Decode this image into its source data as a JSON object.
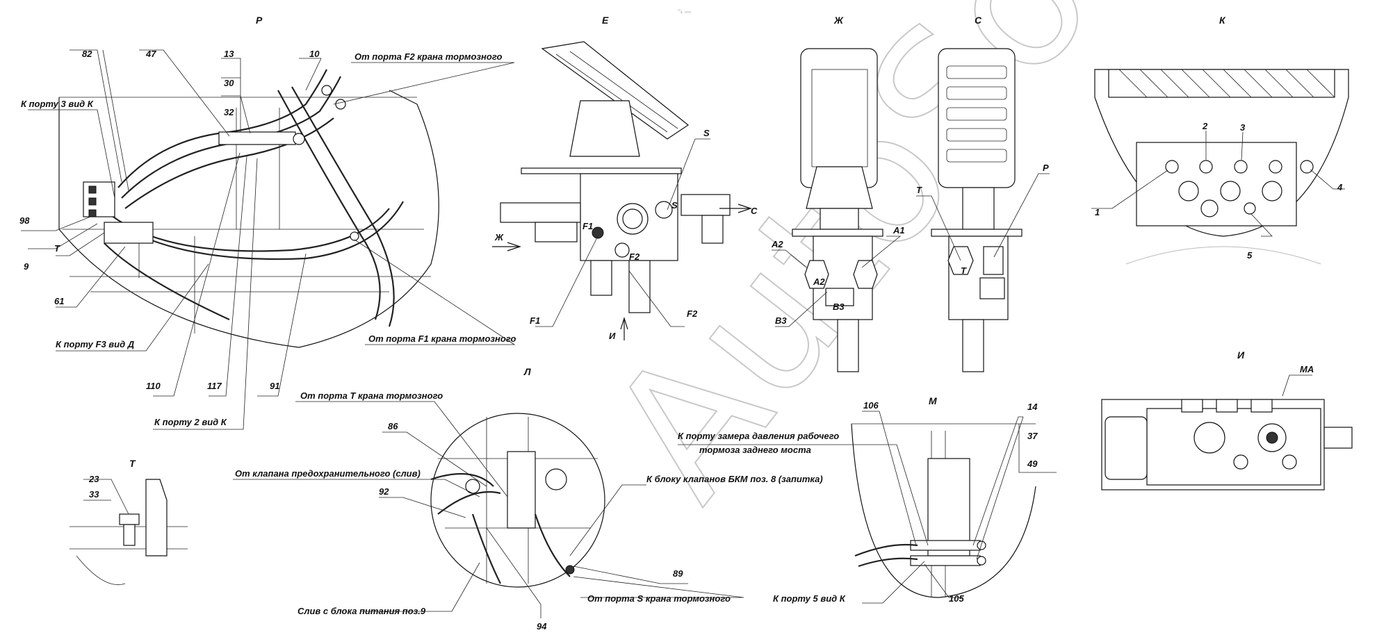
{
  "watermark": "AutoSoft",
  "corner_mark": "‘’‹ ▫▫▫",
  "views": {
    "P": "Р",
    "E": "Е",
    "ZH": "Ж",
    "C": "С",
    "K": "К",
    "I": "И",
    "T": "Т",
    "L": "Л",
    "M": "М"
  },
  "callouts": {
    "n82": "82",
    "n47": "47",
    "n13": "13",
    "n30": "30",
    "n32": "32",
    "n10": "10",
    "from_f2": "От порта F2 крана тормозного",
    "to_port3": "К порту 3 вид К",
    "n98": "98",
    "n9": "9",
    "t_left": "Т",
    "n61": "61",
    "to_f3": "К порту F3 вид Д",
    "from_f1": "От порта F1 крана тормозного",
    "n110": "110",
    "n117": "117",
    "n91": "91",
    "to_port2": "К порту 2 вид К",
    "s_lbl": "S",
    "c_arrow": "С",
    "zh_arrow": "Ж",
    "f1_in": "F1",
    "f2_in": "F2",
    "s_in": "S",
    "f1_lbl": "F1",
    "f2_lbl": "F2",
    "i_arrow": "И",
    "a1": "А1",
    "a2": "А2",
    "a2_in": "А2",
    "b3_in": "В3",
    "b3": "В3",
    "t_lbl": "Т",
    "t_in": "Т",
    "p_lbl": "Р",
    "k1": "1",
    "k2": "2",
    "k3": "3",
    "k4": "4",
    "k5": "5",
    "ma": "МА",
    "n23": "23",
    "n33": "33",
    "from_port_t": "От порта Т крана тормозного",
    "n86": "86",
    "from_safety": "От клапана предохранительного (слив)",
    "to_bkm": "К блоку клапанов БКМ поз. 8 (запитка)",
    "n92": "92",
    "n89": "89",
    "drain": "Слив с блока питания поз.9",
    "from_port_s": "От порта S крана тормозного",
    "n94": "94",
    "n106": "106",
    "n14": "14",
    "n37": "37",
    "n49": "49",
    "to_measure1": "К порту замера давления рабочего",
    "to_measure2": "тормоза заднего моста",
    "to_port5": "К порту 5 вид К",
    "n105": "105"
  }
}
